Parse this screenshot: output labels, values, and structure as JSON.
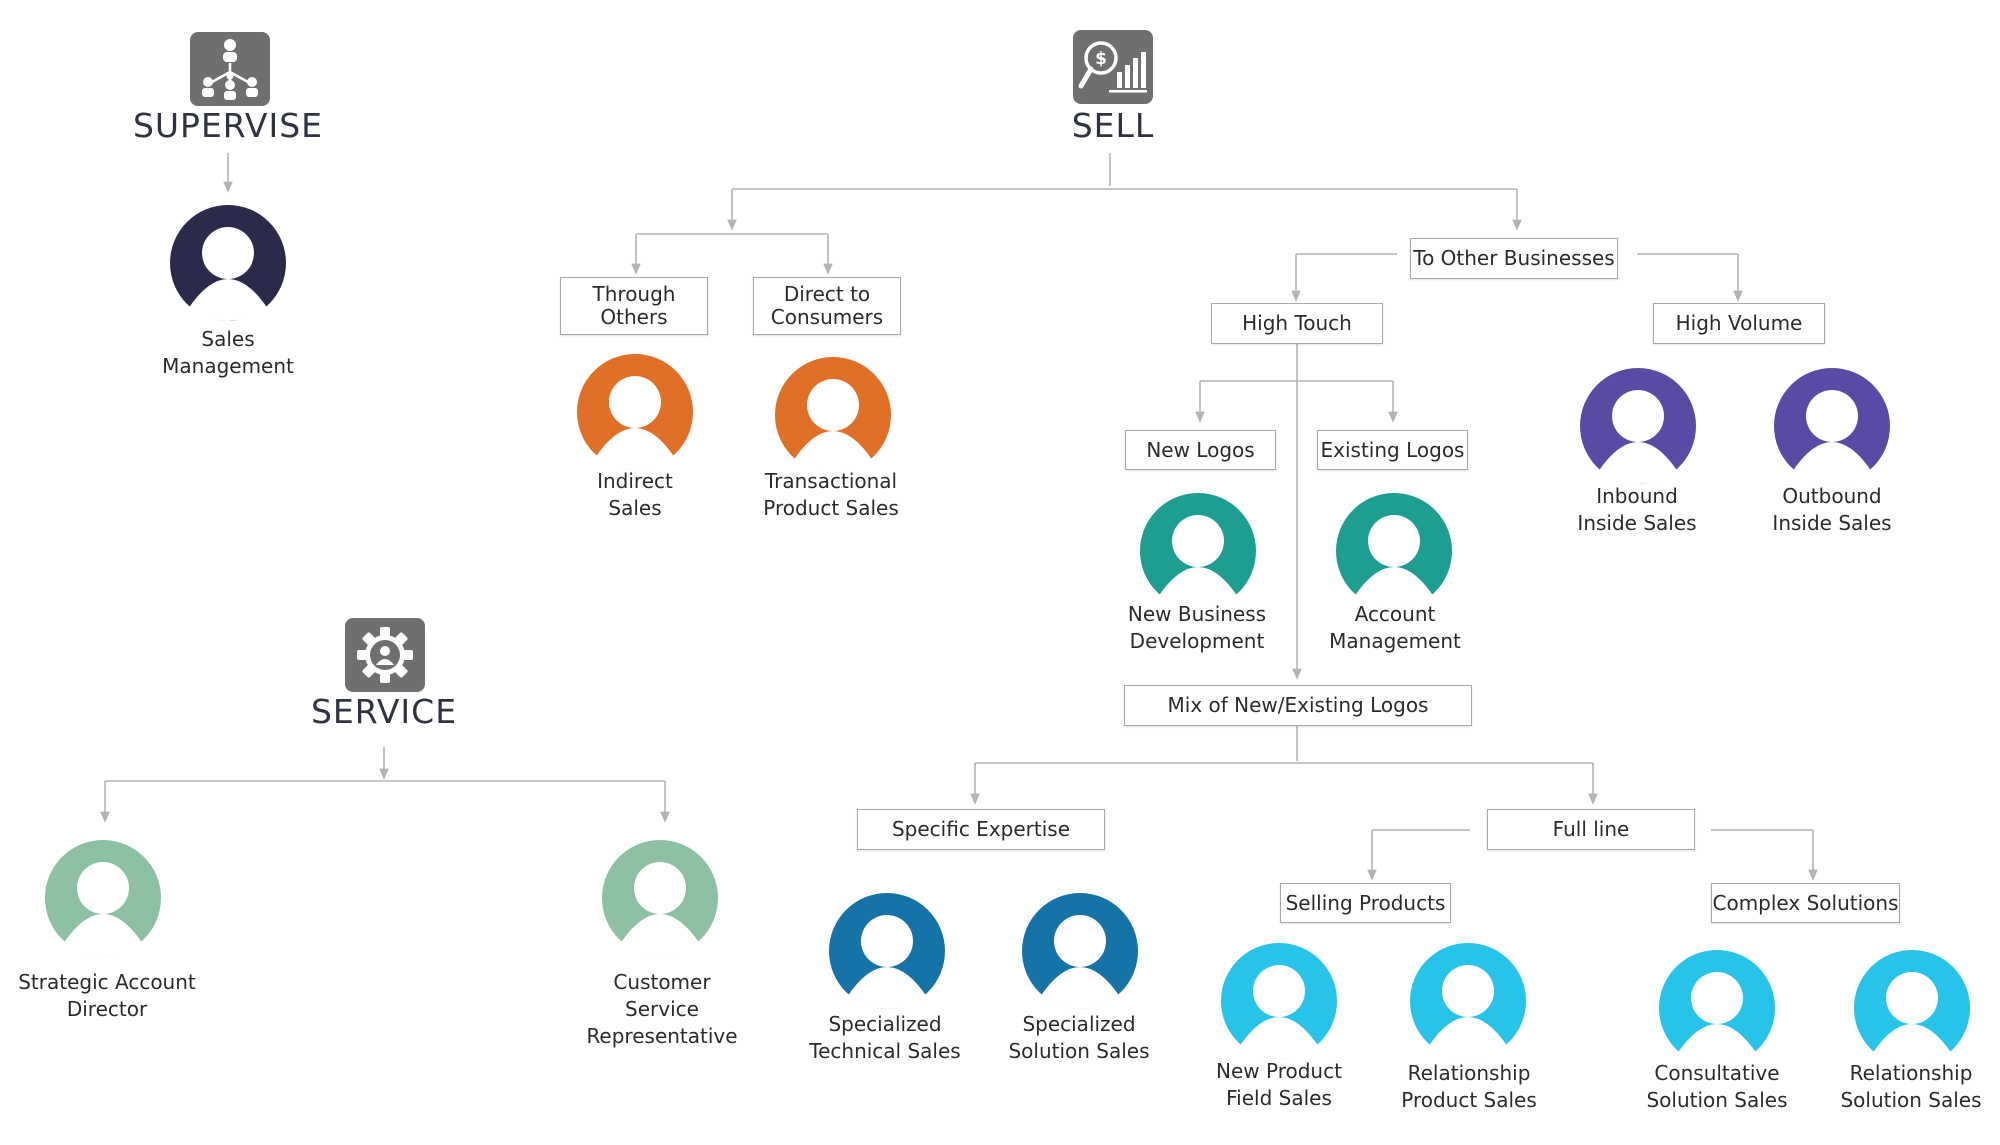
{
  "colors": {
    "navy": "#2b2a4b",
    "orange": "#e07027",
    "teal": "#1e9e91",
    "purple": "#5b4aa3",
    "sage": "#8dbfa3",
    "blue": "#1673a8",
    "cyan": "#28c3e8",
    "icon_bg": "#6f6f70",
    "connector": "#b4b4b4"
  },
  "categories": {
    "supervise": {
      "title": "SUPERVISE",
      "icon": "org-chart-icon"
    },
    "sell": {
      "title": "SELL",
      "icon": "sales-analysis-icon"
    },
    "service": {
      "title": "SERVICE",
      "icon": "gear-person-icon"
    }
  },
  "boxes": {
    "through_others": "Through\nOthers",
    "direct_to_consumers": "Direct to\nConsumers",
    "to_other_businesses": "To Other Businesses",
    "high_touch": "High Touch",
    "high_volume": "High Volume",
    "new_logos": "New Logos",
    "existing_logos": "Existing Logos",
    "mix_logos": "Mix of New/Existing Logos",
    "specific_expertise": "Specific Expertise",
    "full_line": "Full line",
    "selling_products": "Selling Products",
    "complex_solutions": "Complex Solutions"
  },
  "roles": {
    "sales_management": {
      "label": "Sales\nManagement",
      "color": "navy"
    },
    "indirect_sales": {
      "label": "Indirect\nSales",
      "color": "orange"
    },
    "transactional_product_sales": {
      "label": "Transactional\nProduct Sales",
      "color": "orange"
    },
    "new_business_development": {
      "label": "New Business\nDevelopment",
      "color": "teal"
    },
    "account_management": {
      "label": "Account\nManagement",
      "color": "teal"
    },
    "inbound_inside_sales": {
      "label": "Inbound\nInside Sales",
      "color": "purple"
    },
    "outbound_inside_sales": {
      "label": "Outbound\nInside Sales",
      "color": "purple"
    },
    "strategic_account_director": {
      "label": "Strategic Account\nDirector",
      "color": "sage"
    },
    "customer_service_representative": {
      "label": "Customer\nService\nRepresentative",
      "color": "sage"
    },
    "specialized_technical_sales": {
      "label": "Specialized\nTechnical Sales",
      "color": "blue"
    },
    "specialized_solution_sales": {
      "label": "Specialized\nSolution Sales",
      "color": "blue"
    },
    "new_product_field_sales": {
      "label": "New Product\nField Sales",
      "color": "cyan"
    },
    "relationship_product_sales": {
      "label": "Relationship\nProduct Sales",
      "color": "cyan"
    },
    "consultative_solution_sales": {
      "label": "Consultative\nSolution Sales",
      "color": "cyan"
    },
    "relationship_solution_sales": {
      "label": "Relationship\nSolution Sales",
      "color": "cyan"
    }
  }
}
